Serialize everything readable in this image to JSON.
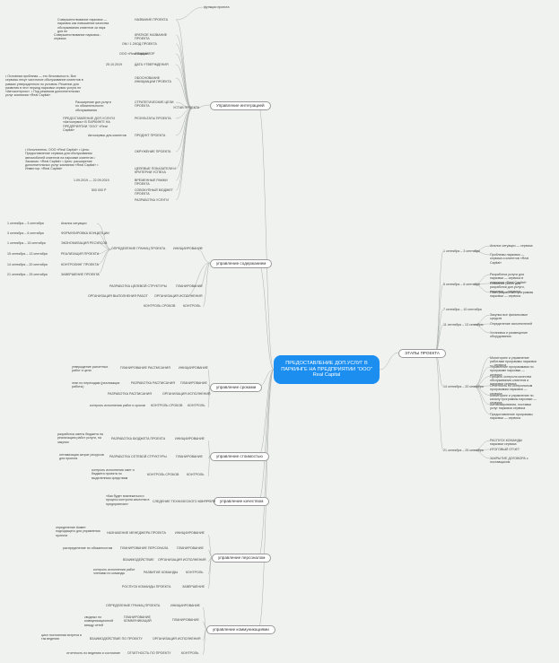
{
  "center": "ПРЕДОСТАВЛЕНИЕ ДОП.УСЛУГ В ПАРКИНГЕ НА ПРЕДПРИЯТИИ \"ООО\" Real Capital",
  "branches": {
    "integration": "Управление интеграцией",
    "content": "управление содержанием",
    "timeline": "управление сроками",
    "cost": "управление стоимостью",
    "quality": "управление качеством",
    "staff": "управление персоналом",
    "comm": "управление коммуникациями",
    "stages": "ЭТАПЫ ПРОЕКТА"
  },
  "integration": {
    "ustav": "УСТАВ ПРОЕКТА",
    "top": "функции проекта",
    "rows": [
      {
        "label": "НАЗВАНИЕ ПРОЕКТА",
        "value": "Совершенствование парковок — парковок как повышение качества обслуживания клиентов за парк для не"
      },
      {
        "label": "КРАТКОЕ НАЗВАНИЕ ПРОЕКТА",
        "value": "Совершенствование парковок - сервиса"
      },
      {
        "label": "КОД ПРОЕКТА",
        "value": "ОМ / 1.2"
      },
      {
        "label": "ИНИЦИАТОР",
        "value": "ООО «Real Capital»"
      },
      {
        "label": "ДАТА УТВЕРЖДЕНИЯ",
        "value": "25.10.2019"
      },
      {
        "label": "ОБОСНОВАНИЕ ИНИЦИАЦИИ ПРОЕКТА",
        "value": "• Основная проблема — это безопасность. Все сервисы несут частичное обслуживание клиентов в рамках утвержденного по условия. Решение для развития в этот период парковки сервис услуги не «Автоконтроль». • Под режимом дополнительных услуг компании «Real Capital»"
      },
      {
        "label": "СТРАТЕГИЧЕСКИЕ ЦЕЛИ ПРОЕКТА",
        "value": "Расширение доп.услуги по обязательности обслуживания"
      },
      {
        "label": "РЕЗУЛЬТАТЫ ПРОЕКТА",
        "value": "ПРЕДОСТАВЛЕНИЕ ДОП.УСЛУГИ «Автосервис» В ПАРКИНГЕ НА ПРЕДПРИЯТИИ \"ООО\" «Real Capital»"
      },
      {
        "label": "ПРОДУКТ ПРОЕКТА",
        "value": "Автосервис для клиентов"
      },
      {
        "label": "ОКРУЖЕНИЕ ПРОЕКТА",
        "value": "• Исполнитель: ООО «Real Capital» • Цель: Предоставление сервиса для обслуживания автомобилей клиентов на парковке клиентов • Заказчик: «Real Capital» • Цель: расширение дополнительных услуг компании «Real Capital» • Инвестор: «Real Capital»"
      },
      {
        "label": "ЦЕЛЕВЫЕ ПОКАЗАТЕЛИ И КРИТЕРИИ УСПЕХА",
        "value": ""
      },
      {
        "label": "ВРЕМЕННЫЕ РАМКИ ПРОЕКТА",
        "value": "1.09.2019 — 22.09.2019"
      },
      {
        "label": "СОВОКУПНЫЙ БЮДЖЕТ ПРОЕКТА",
        "value": "500 000 Р"
      },
      {
        "label": "РАЗРАБОТКА УСЛУГИ",
        "value": ""
      }
    ]
  },
  "content": {
    "init": "ИНИЦИИРОВАНИЕ",
    "scope": "ОПРЕДЕЛЕНИЕ ГРАНИЦ ПРОЕКТА",
    "subs": [
      {
        "label": "Анализ ситуации",
        "value": "1 сентября – 3 сентября"
      },
      {
        "label": "ФОРМУЛИРОВКА КОНЦЕПЦИИ",
        "value": "3 сентября – 6 сентября"
      },
      {
        "label": "ЭКОНОМИЗАЦИЯ РЕСУРСОВ",
        "value": "1 сентября – 15 сентября"
      },
      {
        "label": "РЕАЛИЗАЦИЯ ПРОЕКТА",
        "value": "15 сентября – 13 сентября"
      },
      {
        "label": "КОНТРОЛИНГ ПРОЕКТА",
        "value": "14 сентября – 20 сентября"
      },
      {
        "label": "ЗАВЕРШЕНИЕ ПРОЕКТА",
        "value": "21 сентября – 25 сентября"
      }
    ],
    "plan": "ПЛАНИРОВАНИЕ",
    "plan_sub": "РАЗРАБОТКА ЦЕЛЕВОЙ СТРУКТУРЫ",
    "org": "ОРГАНИЗАЦИЯ ИСПОЛНЕНИЯ",
    "org_sub": "ОРГАНИЗАЦИЯ ВЫПОЛНЕНИЯ РАБОТ",
    "ctrl": "КОНТРОЛЬ",
    "ctrl_sub": "КОНТРОЛЬ СРОКОВ"
  },
  "timeline": {
    "init": "ИНИЦИИРОВАНИЕ",
    "init_sub": "ПЛАНИРОВАНИЕ РАСПИСАНИЯ",
    "init_note": "утверждение расчетных работ и цели",
    "plan": "ПЛАНИРОВАНИЕ",
    "plan_sub": "РАЗРАБОТКА РАСПИСАНИЯ",
    "plan_note": "этап по переходам (реализация работы)",
    "org": "ОРГАНИЗАЦИЯ ИСПОЛНЕНИЯ",
    "org_sub": "РАЗРАБОТКА РАСПИСАНИЯ",
    "ctrl": "КОНТРОЛЬ",
    "ctrl_sub": "КОНТРОЛЬ СРОКОВ",
    "ctrl_note": "контроль исполнения работ и сроков"
  },
  "cost": {
    "init": "ИНИЦИИРОВАНИЕ",
    "init_sub": "РАЗРАБОТКА БЮДЖЕТА ПРОЕКТА",
    "init_note": "разработка сметы бюджета на реализацию работ услуги, на закупки",
    "plan": "ПЛАНИРОВАНИЕ",
    "plan_sub": "РАЗРАБОТКА СЕТЕВОЙ СТРУКТУРЫ",
    "plan_note": "оптимизация затрат ресурсов для проекта",
    "ctrl": "КОНТРОЛЬ",
    "ctrl_sub": "КОНТРОЛЬ СРОКОВ",
    "ctrl_note": "контроль исполнения смет и бюджета проекта по выделенным средствам"
  },
  "quality": {
    "sub": "СЛЕДЕНИЕ ТЕХНИЧЕСКОГО КОНТРОЛЯ",
    "note": "«Как будет вовлекаться и процесс контроля качества в предприятиях»"
  },
  "staff": {
    "init": "ИНИЦИИРОВАНИЕ",
    "init_sub": "НАЗНАЧЕНИЕ МЕНЕДЖЕРА ПРОЕКТА",
    "init_note": "определение Аммет подходящего для управления проекта",
    "plan": "ПЛАНИРОВАНИЕ",
    "plan_sub": "ПЛАНИРОВАНИЕ ПЕРСОНАЛА",
    "plan_note": "распределение по обязанностям",
    "org": "ОРГАНИЗАЦИЯ ИСПОЛНЕНИЯ",
    "org_sub": "ВЗАИМОДЕЙСТВИЕ",
    "ctrl": "КОНТРОЛЬ",
    "ctrl_sub": "РАЗВИТИЕ КОМАНДЫ",
    "ctrl_note": "контроль исполнения работ членами по команды",
    "end": "ЗАВЕРШЕНИЕ",
    "end_sub": "РОСПУСК КОМАНДЫ ПРОЕКТА"
  },
  "comm": {
    "init": "ИНИЦИИРОВАНИЕ",
    "init_sub": "ОПРЕДЕЛЕНИЕ ГРАНИЦ ПРОЕКТА",
    "plan": "ПЛАНИРОВАНИЕ",
    "plan_sub": "ПЛАНИРОВАНИЕ КОММУНИКАЦИЙ",
    "plan_note": "сводных по коммуникационной между сетей",
    "org": "ОРГАНИЗАЦИЯ ИСПОЛНЕНИЯ",
    "org_sub": "ВЗАИМОДЕЙСТВИЕ ПО ПРОЕКТУ",
    "org_note": "цикл постоянная встреча и так ведения",
    "ctrl": "КОНТРОЛЬ",
    "ctrl_sub": "ОТЧЕТНОСТЬ ПО ПРОЕКТУ",
    "ctrl_note": "отчетность по ведению и состояние"
  },
  "stages": [
    {
      "date": "1 сентября – 3 сентября",
      "items": [
        "Анализ ситуации — сервиса",
        "Проблемы парковки — сервиса и клиентов «Real Capital»"
      ]
    },
    {
      "date": "5 сентября – 6 сентября",
      "items": [
        "Разработка услуги для парковки — сервиса в компании «Real Capital»",
        "Описание работ для разработки доп.услуги, парковки — сервиса",
        "План разработки программы парковки — сервиса"
      ]
    },
    {
      "date": "7 сентября – 10 сентября",
      "items": []
    },
    {
      "date": "11 сентября – 13 сентября",
      "items": [
        "Закупка все финансовые средств",
        "Определение исполнителей",
        "Установка и размещение оборудования"
      ]
    },
    {
      "date": "14 сентября – 20 сентября",
      "items": [
        "Мониторинг и управление работами программы парковки — сервиса",
        "Управление программами по программе парковки — сервиса",
        "Процесс контроля качества обслуживания клиентов и парковки сервиса",
        "Отчетность по контрольным программам парковки — сервиса",
        "Мониторинг и управление по каналу программы парковки — сервиса",
        "Активизировании, поставки услуг парковки сервиса",
        "Предоставление программы парковки — сервиса"
      ]
    },
    {
      "date": "21 сентября – 25 сентября",
      "items": [
        "РАСПУСК КОМАНДЫ парковки сервиса",
        "ИТОГОВЫЙ ОТЧЕТ",
        "ЗАКРЫТИЕ ДОГОВОРА с поставщиком"
      ]
    }
  ]
}
